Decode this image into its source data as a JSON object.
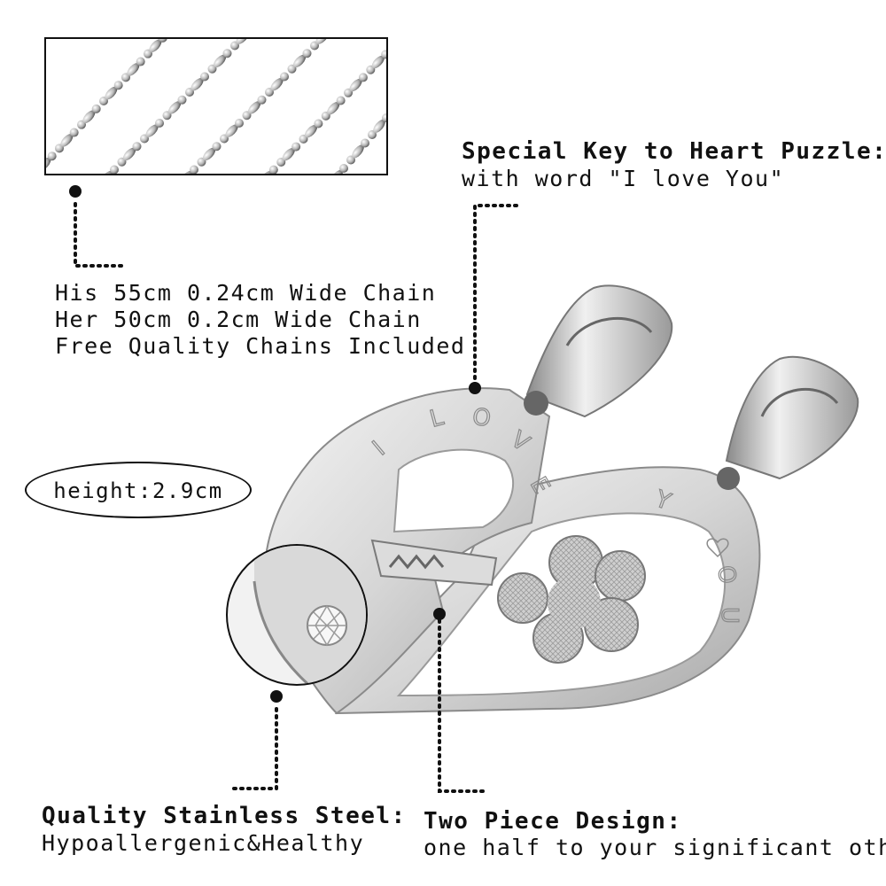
{
  "callouts": {
    "chain": {
      "lines": [
        "His 55cm 0.24cm Wide Chain",
        "Her 50cm 0.2cm Wide Chain",
        "Free Quality Chains Included"
      ]
    },
    "key_puzzle": {
      "title": "Special Key to Heart Puzzle:",
      "subtitle": "with word \"I love You\""
    },
    "height": {
      "label": "height:2.9cm"
    },
    "steel": {
      "title": "Quality Stainless Steel:",
      "subtitle": "Hypoallergenic&Healthy"
    },
    "design": {
      "title": "Two Piece Design:",
      "subtitle": "one half to your significant other"
    }
  },
  "engraving": {
    "left": [
      "I",
      "L",
      "O",
      "V",
      "E"
    ],
    "right": [
      "Y",
      "O",
      "U"
    ]
  },
  "colors": {
    "steel_light": "#e8e8e8",
    "steel_mid": "#bdbdbd",
    "steel_dark": "#7a7a7a",
    "ink": "#111111"
  }
}
